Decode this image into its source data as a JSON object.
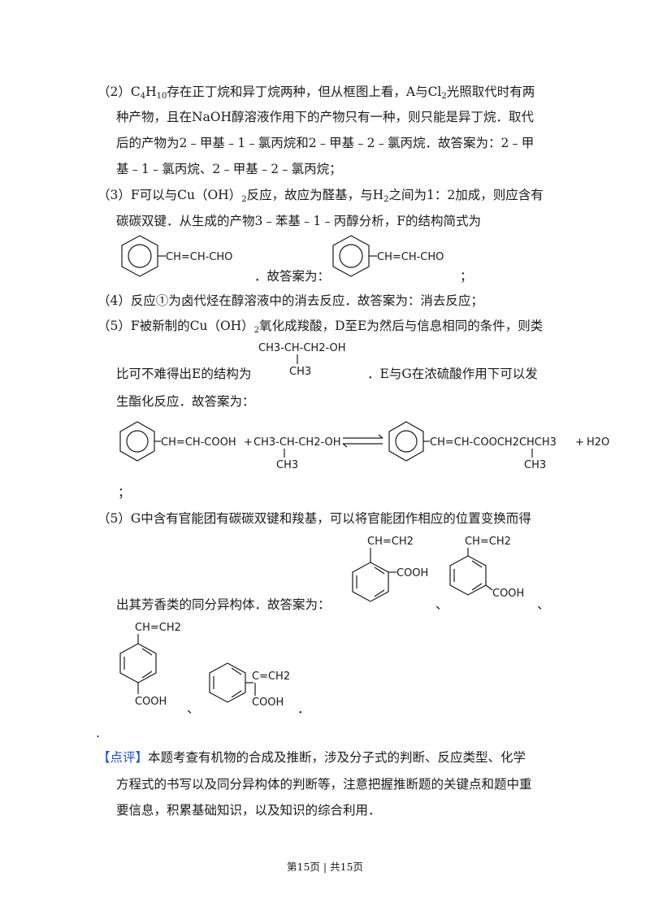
{
  "part2": {
    "l1a": "（2）C",
    "l1b": "4",
    "l1c": "H",
    "l1d": "10",
    "l1e": "存在正丁烷和异丁烷两种，但从框图上看，A与Cl",
    "l1f": "2",
    "l1g": "光照取代时有两",
    "l2": "种产物，且在NaOH醇溶液作用下的产物只有一种，则只能是异丁烷．取代",
    "l3": "后的产物为2﹣甲基﹣1﹣氯丙烷和2﹣甲基﹣2﹣氯丙烷．故答案为：2﹣甲",
    "l4": "基﹣1﹣氯丙烷、2﹣甲基﹣2﹣氯丙烷；"
  },
  "part3": {
    "l1a": "（3）F可以与Cu（OH）",
    "l1b": "2",
    "l1c": "反应，故应为醛基，与H",
    "l1d": "2",
    "l1e": "之间为1：2加成，则应含有",
    "l2": "碳碳双键．从生成的产物3﹣苯基﹣1﹣丙醇分析，F的结构简式为",
    "answer_lead": "．故答案为：",
    "end": "；",
    "mol_label": "CH=CH-CHO"
  },
  "part4": {
    "l1": "（4）反应①为卤代烃在醇溶液中的消去反应．故答案为：消去反应；"
  },
  "part5a": {
    "l1a": "（5）F被新制的Cu（OH）",
    "l1b": "2",
    "l1c": "氧化成羧酸，D至E为然后与信息相同的条件，则类",
    "l2a": "比可不难得出E的结构为",
    "l2b": "．E与G在浓硫酸作用下可以发",
    "l3": "生酯化反应．故答案为：",
    "alcohol_main": "CH3-CH-CH2-OH",
    "alcohol_branch": "CH3",
    "eq_acid": "CH=CH-COOH",
    "eq_plus1": "+",
    "eq_alcohol": "CH3-CH-CH2-OH",
    "eq_branch": "CH3",
    "eq_ester": "CH=CH-COOCH2CHCH3",
    "eq_plus2": "+",
    "eq_water": "H2O",
    "end": "；"
  },
  "part5b": {
    "l1": "（5）G中含有官能团有碳碳双键和羧基，可以将官能团作相应的位置变换而得",
    "l2": "出其芳香类的同分异构体．故答案为：",
    "sep": "、",
    "end": "．",
    "vinyl": "CH=CH2",
    "cooh": "COOH",
    "alkene": "C=CH2"
  },
  "dot": ".",
  "review": {
    "tag": "【点评】",
    "l1": "本题考查有机物的合成及推断，涉及分子式的判断、反应类型、化学",
    "l2": "方程式的书写以及同分异构体的判断等，注意把握推断题的关键点和题中重",
    "l3": "要信息，积累基础知识，以及知识的综合利用．"
  },
  "footer": "第15页 | 共15页"
}
